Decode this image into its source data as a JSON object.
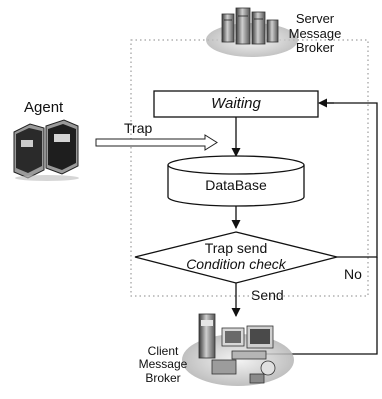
{
  "labels": {
    "server_broker": [
      "Server",
      "Message",
      "Broker"
    ],
    "agent": "Agent",
    "trap": "Trap",
    "waiting": "Waiting",
    "database": "DataBase",
    "decision": [
      "Trap send",
      "Condition check"
    ],
    "no": "No",
    "send": "Send",
    "client_broker": [
      "Client",
      "Message",
      "Broker"
    ]
  },
  "icons": {
    "server_broker": "server-cluster-icon",
    "agent": "workstation-pair-icon",
    "client_broker": "desktop-devices-icon"
  }
}
